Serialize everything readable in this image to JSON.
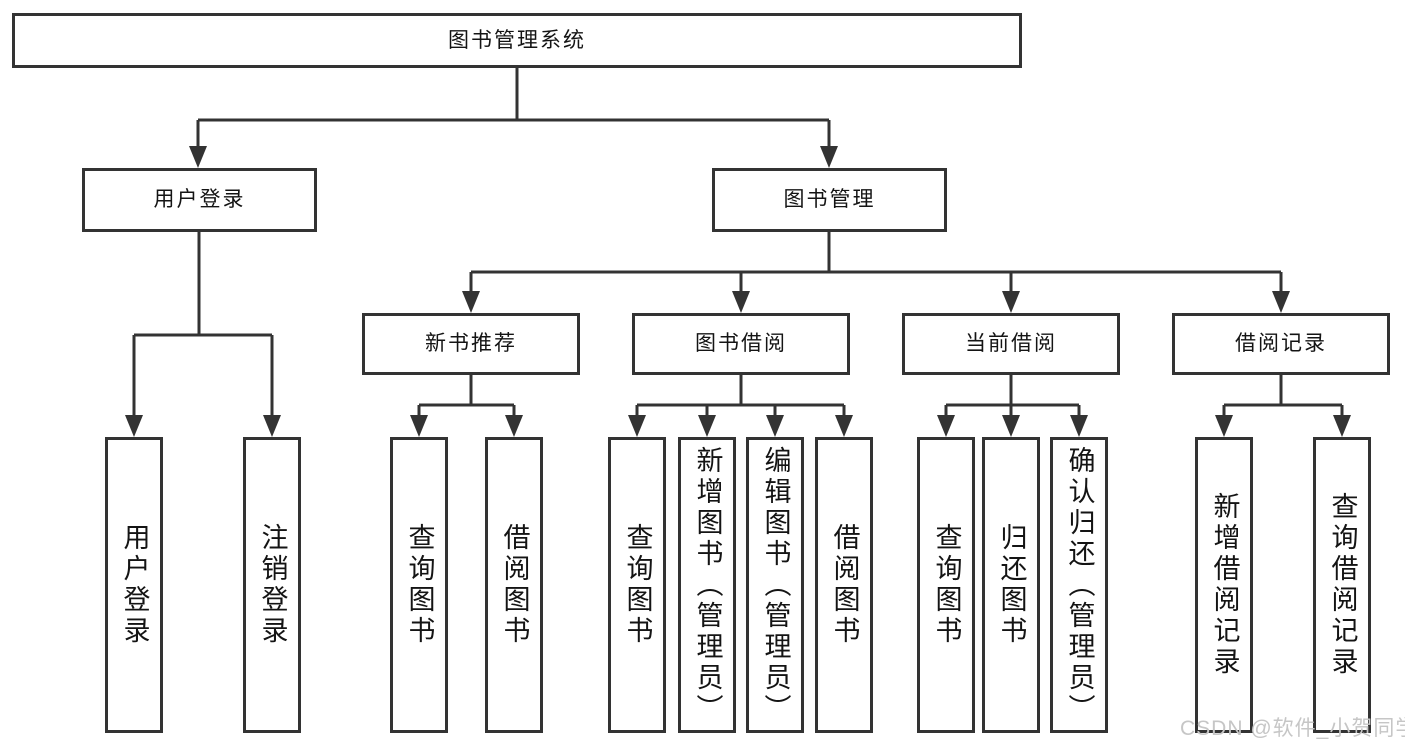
{
  "root": "图书管理系统",
  "level2": {
    "user_login": "用户登录",
    "book_mgmt": "图书管理"
  },
  "level3": {
    "new_book_rec": "新书推荐",
    "book_borrow": "图书借阅",
    "current_borrow": "当前借阅",
    "borrow_records": "借阅记录"
  },
  "leaves": {
    "user_login": [
      "用户登录",
      "注销登录"
    ],
    "new_book_rec": [
      "查询图书",
      "借阅图书"
    ],
    "book_borrow": [
      "查询图书",
      "新增图书（管理员）",
      "编辑图书（管理员）",
      "借阅图书"
    ],
    "current_borrow": [
      "查询图书",
      "归还图书",
      "确认归还（管理员）"
    ],
    "borrow_records": [
      "新增借阅记录",
      "查询借阅记录"
    ]
  },
  "watermark": "CSDN @软件_小贺同学",
  "colors": {
    "line": "#333333",
    "box_border": "#333333",
    "box_fill": "#ffffff",
    "text": "#141414",
    "watermark": "#c6c6c6",
    "background": "#ffffff"
  }
}
